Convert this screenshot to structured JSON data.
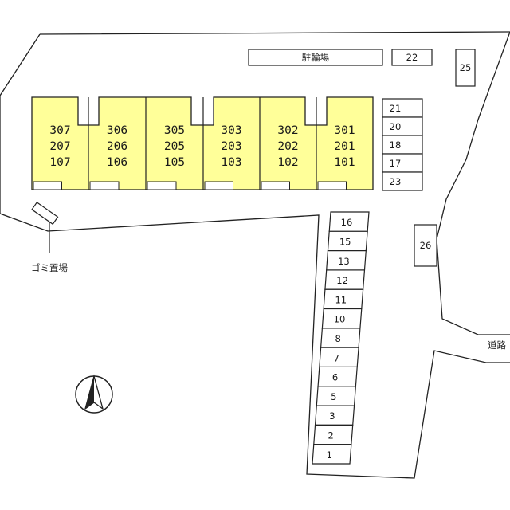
{
  "units": [
    {
      "rooms": [
        "307",
        "207",
        "107"
      ]
    },
    {
      "rooms": [
        "306",
        "206",
        "106"
      ]
    },
    {
      "rooms": [
        "305",
        "205",
        "105"
      ]
    },
    {
      "rooms": [
        "303",
        "203",
        "103"
      ]
    },
    {
      "rooms": [
        "302",
        "202",
        "102"
      ]
    },
    {
      "rooms": [
        "301",
        "201",
        "101"
      ]
    }
  ],
  "bike_parking_label": "駐輪場",
  "garbage_label": "ゴミ置場",
  "road_label": "道路",
  "parking_top": [
    "22"
  ],
  "parking_right_stack": [
    "21",
    "20",
    "18",
    "17",
    "23"
  ],
  "parking_single": [
    "25",
    "26"
  ],
  "parking_column": [
    "16",
    "15",
    "13",
    "12",
    "11",
    "10",
    "8",
    "7",
    "6",
    "5",
    "3",
    "2",
    "1"
  ],
  "colors": {
    "building_fill": "#ffff99",
    "line": "#222222",
    "background": "#ffffff"
  },
  "icons": {
    "compass": "north-arrow-icon"
  }
}
